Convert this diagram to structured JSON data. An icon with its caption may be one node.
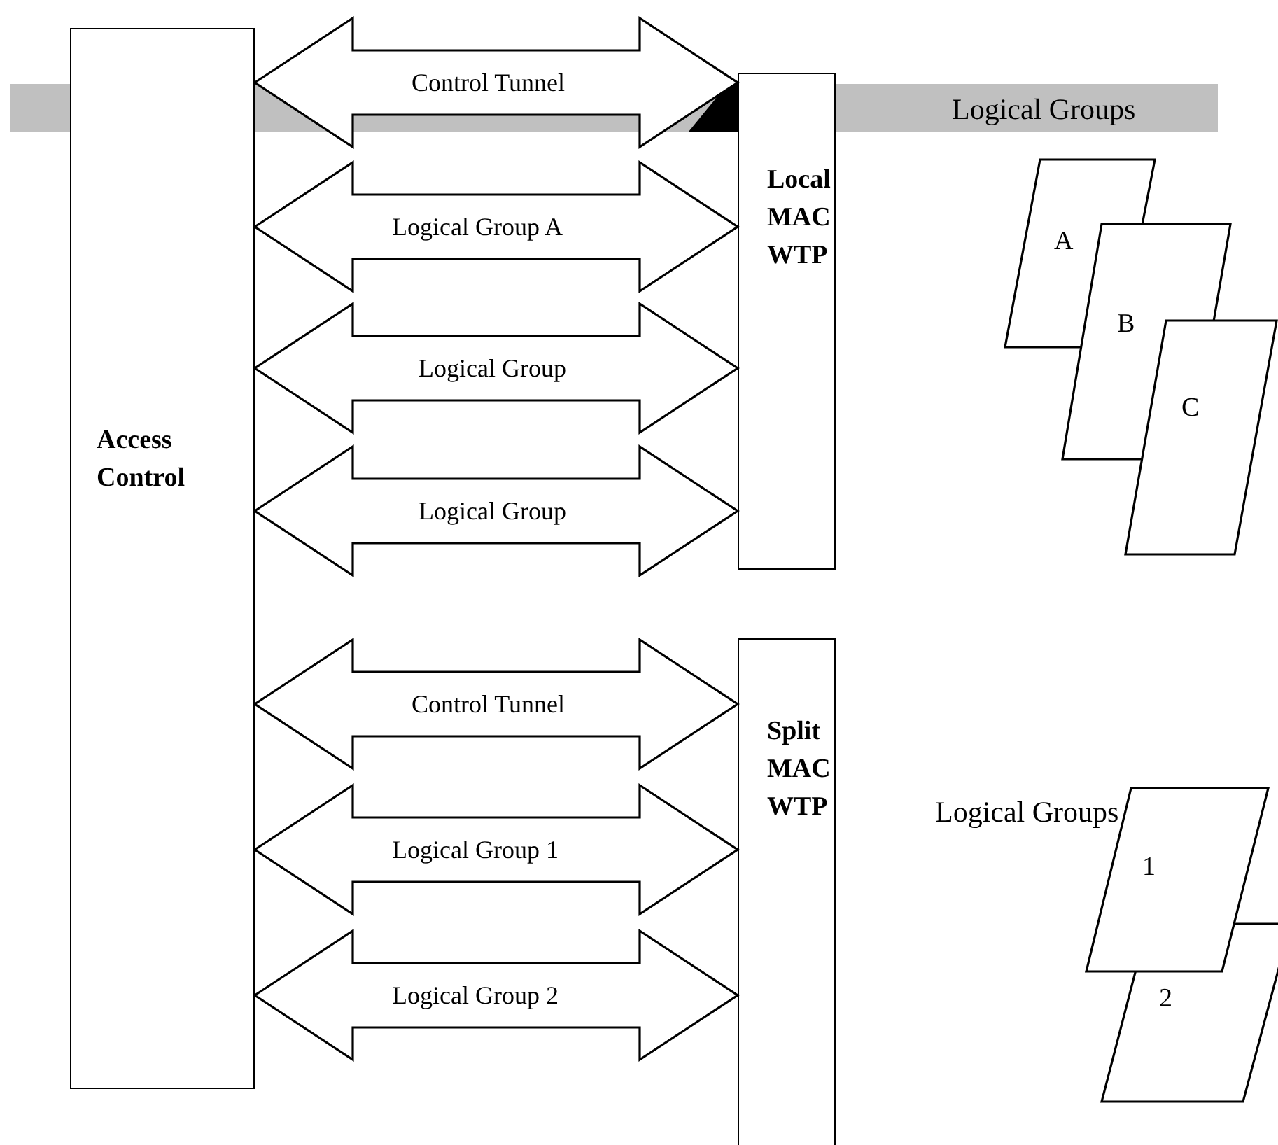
{
  "diagram": {
    "nodes": [
      {
        "text": [
          "Access Control"
        ]
      },
      {
        "text": [
          "Local MAC WTP"
        ]
      },
      {
        "text": [
          "Split MAC WTP"
        ]
      },
      {
        "text": [
          "A"
        ]
      },
      {
        "text": [
          "B"
        ]
      },
      {
        "text": [
          "C"
        ]
      },
      {
        "text": [
          "1"
        ]
      },
      {
        "text": [
          "2"
        ]
      }
    ],
    "edges": [
      {
        "from": 0,
        "to": 1,
        "arrow": "both",
        "label": "Control Tunnel"
      },
      {
        "from": 0,
        "to": 1,
        "arrow": "both",
        "label": "Logical Group A"
      },
      {
        "from": 0,
        "to": 1,
        "arrow": "both",
        "label": "Logical Group"
      },
      {
        "from": 0,
        "to": 1,
        "arrow": "both",
        "label": "Logical Group"
      },
      {
        "from": 0,
        "to": 2,
        "arrow": "both",
        "label": "Control Tunnel"
      },
      {
        "from": 0,
        "to": 2,
        "arrow": "both",
        "label": "Logical Group 1"
      },
      {
        "from": 0,
        "to": 2,
        "arrow": "both",
        "label": "Logical Group 2"
      }
    ],
    "labels": [
      "Logical Groups",
      "Logical Groups"
    ]
  }
}
